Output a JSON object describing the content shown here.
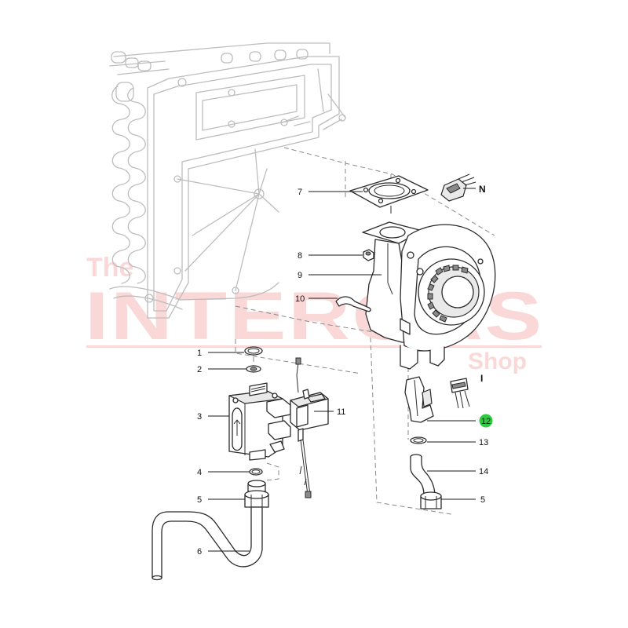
{
  "watermark": {
    "line1": "The",
    "line2": "INTERGAS",
    "line3": "Shop",
    "color": "#f4a9a9"
  },
  "highlight_color": "#2ecc40",
  "callouts": [
    {
      "id": "1",
      "label": "1"
    },
    {
      "id": "2",
      "label": "2"
    },
    {
      "id": "3",
      "label": "3"
    },
    {
      "id": "4",
      "label": "4"
    },
    {
      "id": "5a",
      "label": "5"
    },
    {
      "id": "6",
      "label": "6"
    },
    {
      "id": "7",
      "label": "7"
    },
    {
      "id": "8",
      "label": "8"
    },
    {
      "id": "9",
      "label": "9"
    },
    {
      "id": "10",
      "label": "10"
    },
    {
      "id": "11",
      "label": "11"
    },
    {
      "id": "12",
      "label": "12",
      "highlighted": true
    },
    {
      "id": "13",
      "label": "13"
    },
    {
      "id": "14",
      "label": "14"
    },
    {
      "id": "5b",
      "label": "5"
    },
    {
      "id": "N",
      "label": "N"
    },
    {
      "id": "I",
      "label": "I"
    }
  ]
}
